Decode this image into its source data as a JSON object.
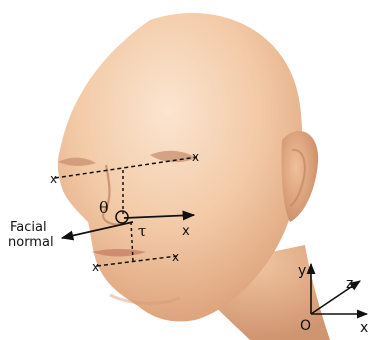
{
  "labels": {
    "facial_normal_line1": "Facial",
    "facial_normal_line2": "normal",
    "theta": "θ",
    "tau": "τ",
    "local_x": "x",
    "marker": "x",
    "axis_x": "x",
    "axis_y": "y",
    "axis_z": "z",
    "origin": "O"
  },
  "colors": {
    "skin_light": "#f7d9bf",
    "skin_mid": "#ecbd97",
    "skin_shadow": "#d69f7a",
    "line": "#111111",
    "background": "#ffffff"
  }
}
